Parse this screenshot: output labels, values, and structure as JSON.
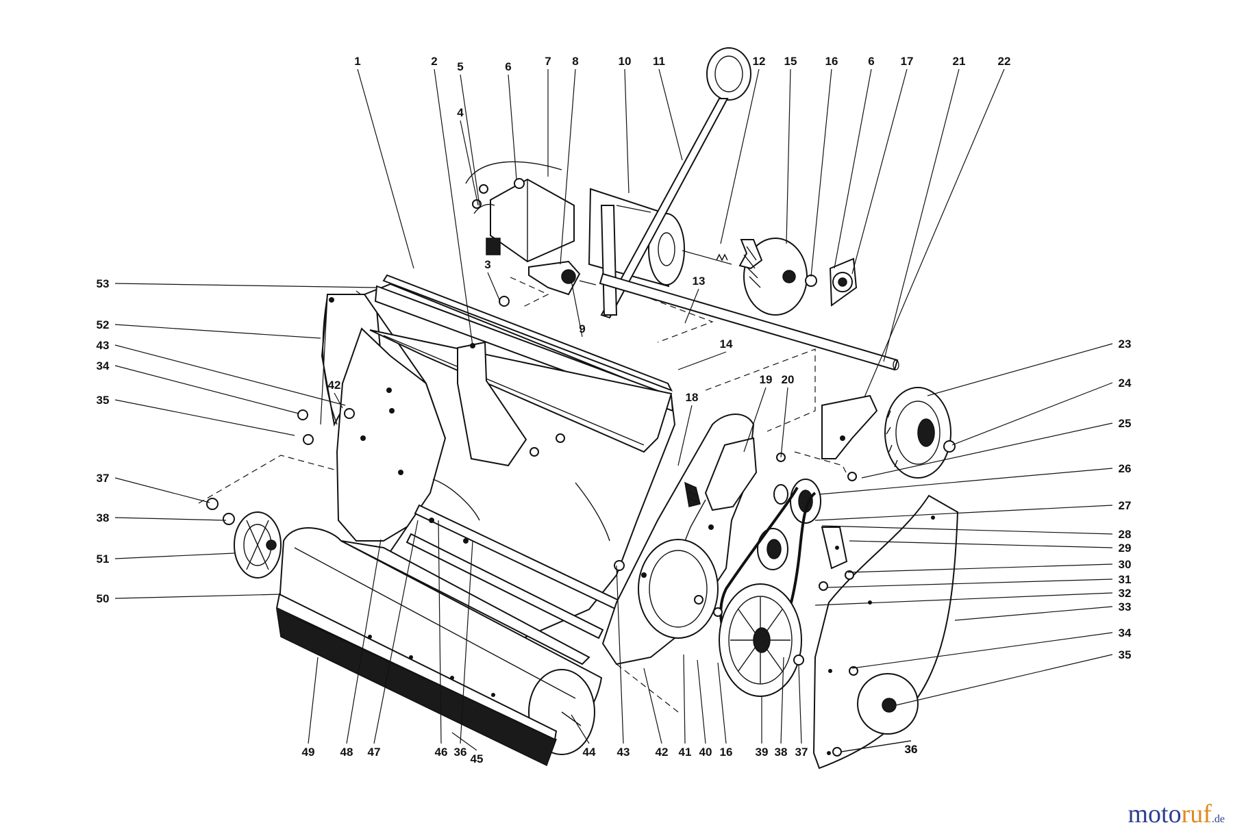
{
  "watermark": {
    "part1": "moto",
    "part2": "ruf",
    "part3": ".de",
    "brand_color": "#2b3f93",
    "accent_color": "#e08a1e"
  },
  "callouts": [
    {
      "label": "1"
    },
    {
      "label": "2"
    },
    {
      "label": "5"
    },
    {
      "label": "6"
    },
    {
      "label": "7"
    },
    {
      "label": "8"
    },
    {
      "label": "10"
    },
    {
      "label": "11"
    },
    {
      "label": "12"
    },
    {
      "label": "15"
    },
    {
      "label": "16"
    },
    {
      "label": "6"
    },
    {
      "label": "17"
    },
    {
      "label": "21"
    },
    {
      "label": "22"
    },
    {
      "label": "4"
    },
    {
      "label": "3"
    },
    {
      "label": "9"
    },
    {
      "label": "13"
    },
    {
      "label": "14"
    },
    {
      "label": "53"
    },
    {
      "label": "52"
    },
    {
      "label": "43"
    },
    {
      "label": "34"
    },
    {
      "label": "42"
    },
    {
      "label": "35"
    },
    {
      "label": "18"
    },
    {
      "label": "19"
    },
    {
      "label": "20"
    },
    {
      "label": "23"
    },
    {
      "label": "24"
    },
    {
      "label": "25"
    },
    {
      "label": "26"
    },
    {
      "label": "27"
    },
    {
      "label": "28"
    },
    {
      "label": "29"
    },
    {
      "label": "30"
    },
    {
      "label": "31"
    },
    {
      "label": "32"
    },
    {
      "label": "33"
    },
    {
      "label": "34"
    },
    {
      "label": "35"
    },
    {
      "label": "36"
    },
    {
      "label": "37"
    },
    {
      "label": "38"
    },
    {
      "label": "51"
    },
    {
      "label": "50"
    },
    {
      "label": "49"
    },
    {
      "label": "48"
    },
    {
      "label": "47"
    },
    {
      "label": "46"
    },
    {
      "label": "36"
    },
    {
      "label": "45"
    },
    {
      "label": "44"
    },
    {
      "label": "43"
    },
    {
      "label": "42"
    },
    {
      "label": "41"
    },
    {
      "label": "40"
    },
    {
      "label": "16"
    },
    {
      "label": "39"
    },
    {
      "label": "38"
    },
    {
      "label": "37"
    },
    {
      "label": "36"
    }
  ]
}
